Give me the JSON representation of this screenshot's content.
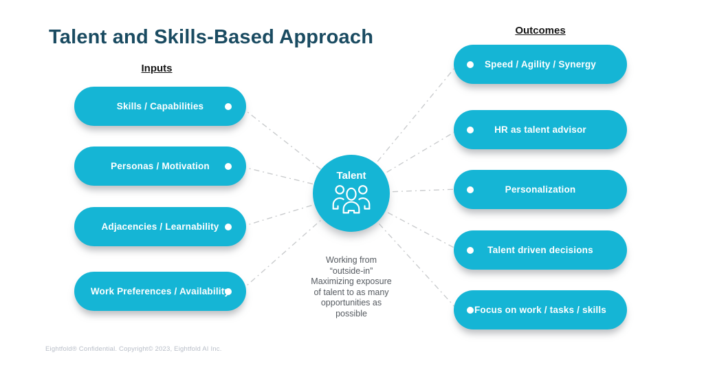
{
  "title": "Talent and Skills-Based Approach",
  "columns": {
    "inputs": {
      "label": "Inputs",
      "items": [
        "Skills / Capabilities",
        "Personas / Motivation",
        "Adjacencies / Learnability",
        "Work Preferences / Availability"
      ]
    },
    "outcomes": {
      "label": "Outcomes",
      "items": [
        "Speed / Agility / Synergy",
        "HR as talent advisor",
        "Personalization",
        "Talent driven decisions",
        "Focus on work / tasks / skills"
      ]
    }
  },
  "center": {
    "label": "Talent",
    "icon": "team-icon",
    "note": "Working from\n“outside-in”\nMaximizing exposure\nof talent to as many\nopportunities as\npossible"
  },
  "footer": "Eightfold® Confidential. Copyright© 2023, Eightfold AI Inc.",
  "colors": {
    "accent": "#15b5d5",
    "title": "#1a4b61",
    "connector": "#c9cbcd"
  }
}
